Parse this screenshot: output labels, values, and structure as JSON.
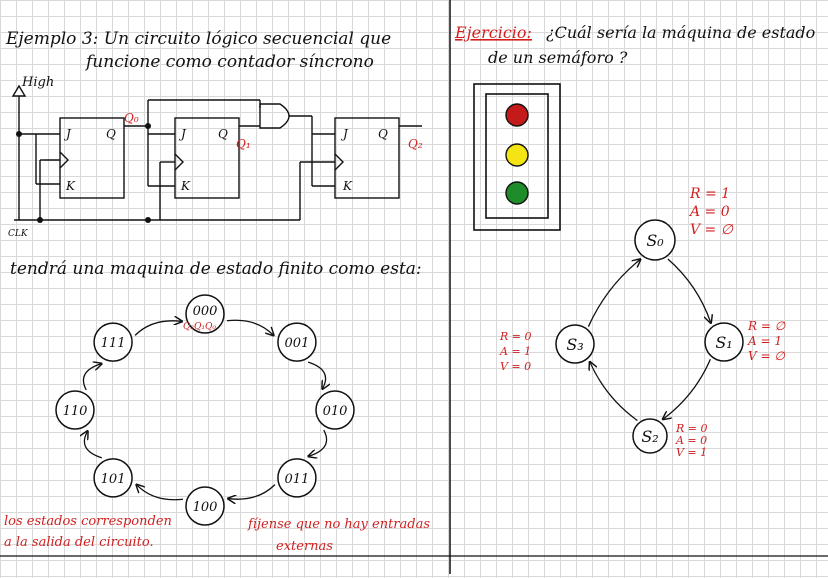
{
  "left": {
    "title_line1": "Ejemplo 3: Un circuito lógico secuencial que",
    "title_line2": "funcione como contador síncrono",
    "circuit": {
      "high_label": "High",
      "clk_label": "CLK",
      "ff1": {
        "j": "J",
        "q": "Q",
        "k": "K"
      },
      "ff2": {
        "j": "J",
        "q": "Q",
        "k": "K"
      },
      "ff3": {
        "j": "J",
        "q": "Q",
        "k": "K"
      },
      "q0": "Q₀",
      "q1": "Q₁",
      "q2": "Q₂"
    },
    "subtitle": "tendrá una maquina de estado finito como esta:",
    "states": [
      "000",
      "001",
      "010",
      "011",
      "100",
      "101",
      "110",
      "111"
    ],
    "state_000_sub": "Q₂Q₁Q₀",
    "note_states_line1": "los estados corresponden",
    "note_states_line2": "a la salida del circuito.",
    "note_inputs_line1": "fíjense que no hay entradas",
    "note_inputs_line2": "externas",
    "colors": {
      "ink": "#111111",
      "red": "#d01f1f"
    }
  },
  "right": {
    "title_label": "Ejercicio:",
    "title_rest": "¿Cuál sería la máquina de estado",
    "title_line2": "de un semáforo ?",
    "traffic_light": {
      "colors": {
        "red": "#c41a1a",
        "yellow": "#f4e414",
        "green": "#1f8c2a",
        "highlight": "#f2b0b0"
      }
    },
    "states": {
      "s0": {
        "label": "S₀",
        "out": [
          "R = 1",
          "A = 0",
          "V = ∅"
        ]
      },
      "s1": {
        "label": "S₁",
        "out": [
          "R = ∅",
          "A = 1",
          "V = ∅"
        ]
      },
      "s2": {
        "label": "S₂",
        "out": [
          "R = 0",
          "A = 0",
          "V = 1"
        ]
      },
      "s3": {
        "label": "S₃",
        "out": [
          "R = 0",
          "A = 1",
          "V = 0"
        ]
      }
    }
  }
}
